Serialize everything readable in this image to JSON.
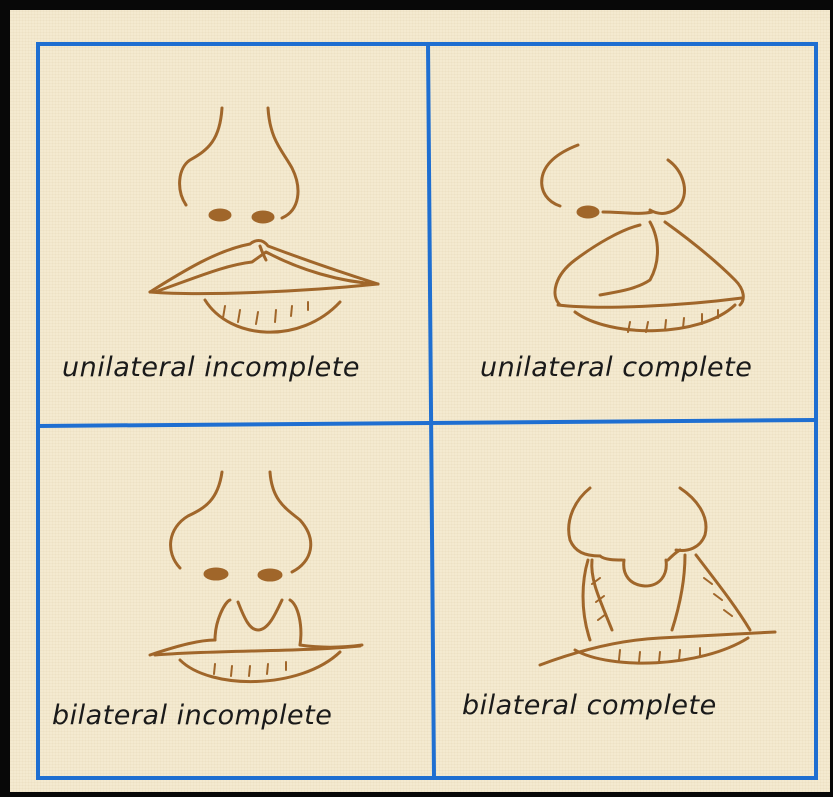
{
  "panels": [
    {
      "label": "unilateral incomplete"
    },
    {
      "label": "unilateral complete"
    },
    {
      "label": "bilateral incomplete"
    },
    {
      "label": "bilateral complete"
    }
  ],
  "colors": {
    "border": "#1f6fd1",
    "ink": "#a0662a",
    "paper": "#f4ead0",
    "frame": "#080808"
  }
}
